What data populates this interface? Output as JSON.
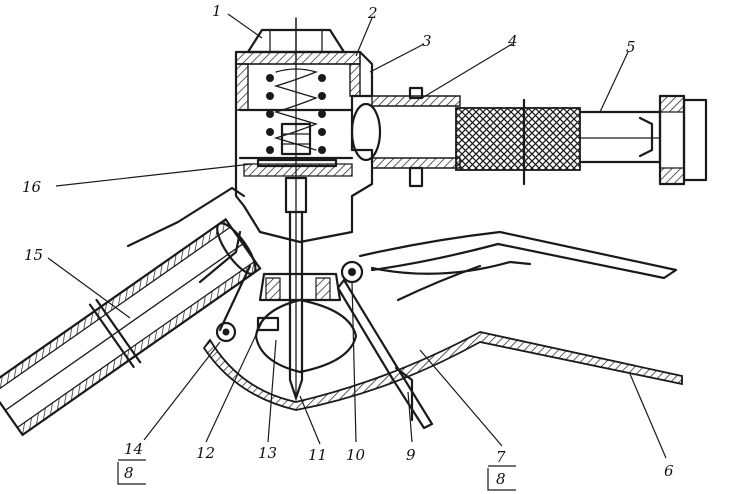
{
  "diagram": {
    "callouts": [
      {
        "id": "1",
        "text": "1"
      },
      {
        "id": "2",
        "text": "2"
      },
      {
        "id": "3",
        "text": "3"
      },
      {
        "id": "4",
        "text": "4"
      },
      {
        "id": "5",
        "text": "5"
      },
      {
        "id": "6",
        "text": "6"
      },
      {
        "id": "7",
        "text": "7"
      },
      {
        "id": "7sub",
        "text": "8"
      },
      {
        "id": "9",
        "text": "9"
      },
      {
        "id": "10",
        "text": "10"
      },
      {
        "id": "11",
        "text": "11"
      },
      {
        "id": "12",
        "text": "12"
      },
      {
        "id": "13",
        "text": "13"
      },
      {
        "id": "14",
        "text": "14"
      },
      {
        "id": "14sub",
        "text": "8"
      },
      {
        "id": "15",
        "text": "15"
      },
      {
        "id": "16",
        "text": "16"
      }
    ],
    "colors": {
      "ink": "#1a1a1a",
      "paper": "#ffffff"
    }
  }
}
